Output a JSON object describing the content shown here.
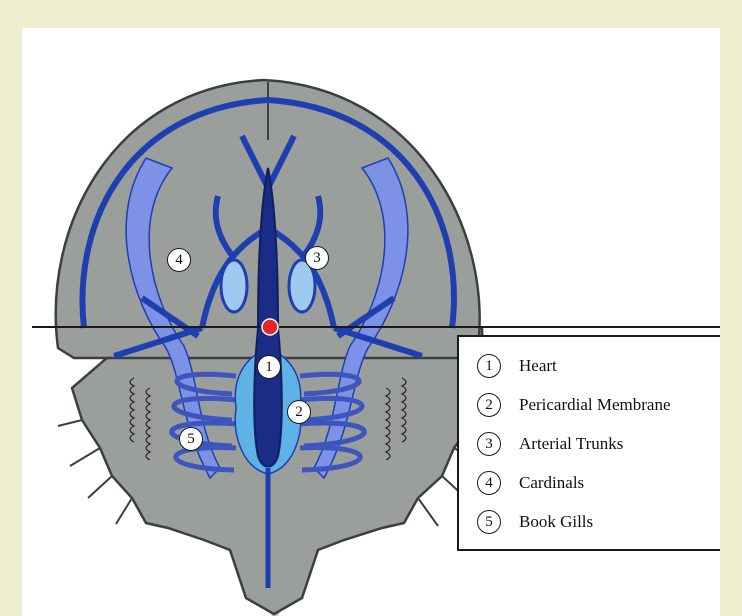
{
  "legend": [
    {
      "num": "1",
      "label": "Heart"
    },
    {
      "num": "2",
      "label": "Pericardial Membrane"
    },
    {
      "num": "3",
      "label": "Arterial Trunks"
    },
    {
      "num": "4",
      "label": "Cardinals"
    },
    {
      "num": "5",
      "label": "Book Gills"
    }
  ],
  "callouts": [
    "1",
    "2",
    "3",
    "4",
    "5"
  ],
  "colors": {
    "background": "#ededcf",
    "shell": "#9a9f9c",
    "shell_outline": "#3c3f3f",
    "vessel_dark": "#1f3fb0",
    "vessel_light": "#7d92e6",
    "pericardial": "#5fb2e8",
    "marker": "#e32626"
  }
}
